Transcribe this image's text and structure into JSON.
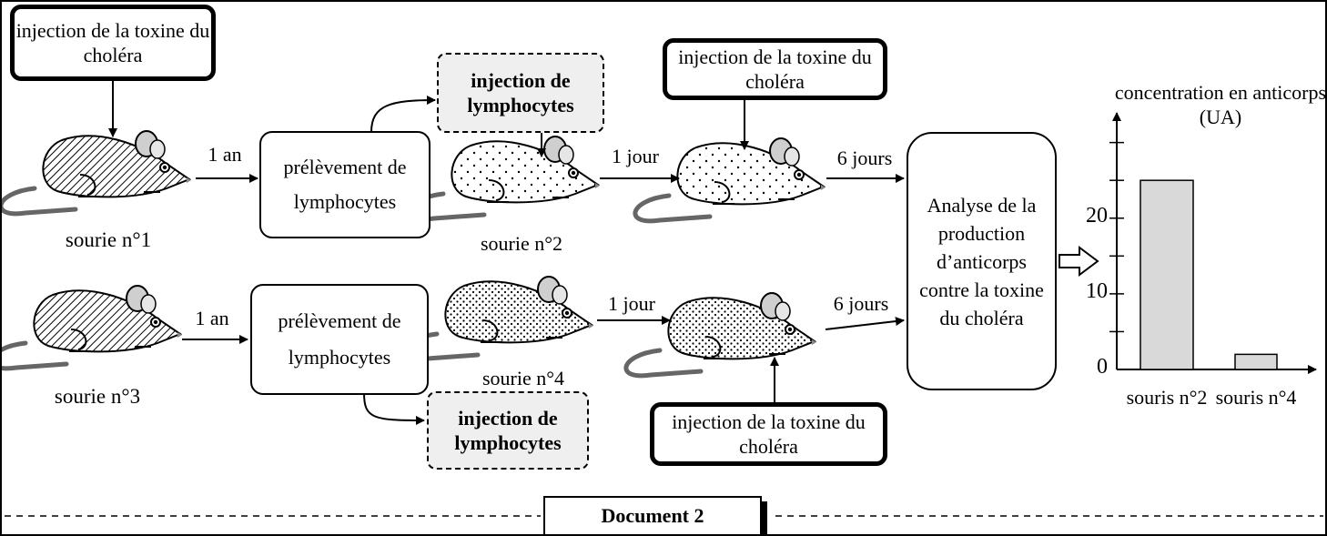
{
  "mice": {
    "m1": "sourie n°1",
    "m2": "sourie n°2",
    "m3": "sourie n°3",
    "m4": "sourie n°4"
  },
  "boxes": {
    "toxin_top_left": "injection de la toxine du choléra",
    "toxin_top_mid": "injection de la toxine du choléra",
    "toxin_bottom_mid": "injection de la toxine du choléra",
    "lymph_inject_top": "injection de lymphocytes",
    "lymph_inject_bottom": "injection de lymphocytes",
    "sampling_top": "prélèvement de lymphocytes",
    "sampling_bottom": "prélèvement de lymphocytes",
    "analysis": "Analyse de la production d’anticorps contre la toxine du choléra"
  },
  "arrows": {
    "year_top": "1 an",
    "year_bottom": "1 an",
    "day_top": "1 jour",
    "day_bottom": "1 jour",
    "days_top": "6 jours",
    "days_bottom": "6 jours"
  },
  "document_title": "Document 2",
  "chart_data": {
    "type": "bar",
    "title": "",
    "ylabel": "concentration en anticorps (UA)",
    "xlabel": "",
    "categories": [
      "souris n°2",
      "souris n°4"
    ],
    "values": [
      25,
      2
    ],
    "ylim": [
      0,
      32
    ],
    "yticks": [
      0,
      10,
      20
    ],
    "bar_color": "#d9d9d9",
    "grid": false
  },
  "colors": {
    "bar": "#d9d9d9",
    "tail": "#666666",
    "dashed_box_fill": "#efefef"
  }
}
